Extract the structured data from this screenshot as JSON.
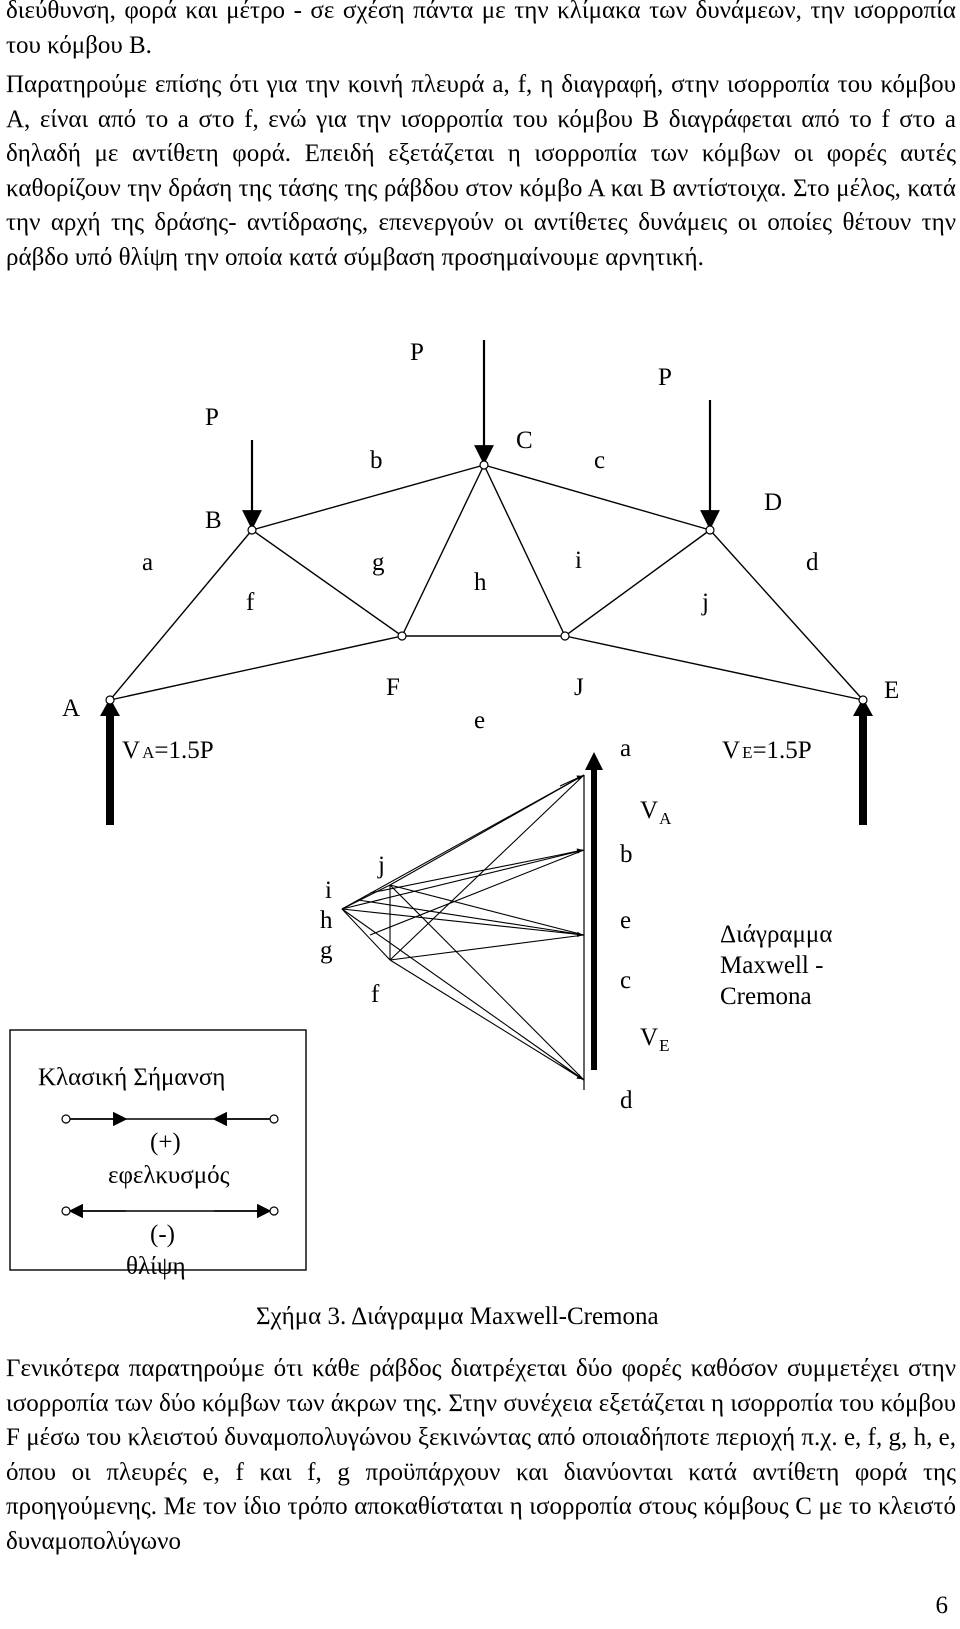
{
  "text": {
    "p1": "διεύθυνση, φορά και μέτρο - σε σχέση πάντα με την κλίμακα των δυνάμεων, την ισορροπία του κόμβου Β.",
    "p2": "Παρατηρούμε επίσης ότι για την κοινή πλευρά a, f, η διαγραφή, στην ισορροπία του κόμβου Α, είναι από το a στο f, ενώ για την ισορροπία του κόμβου Β διαγράφεται από το f στο a δηλαδή με αντίθετη φορά. Επειδή εξετάζεται η ισορροπία των κόμβων οι φορές αυτές καθορίζουν την δράση της τάσης της ράβδου στον κόμβο Α και Β αντίστοιχα. Στο μέλος, κατά την αρχή της δράσης- αντίδρασης, επενεργούν οι αντίθετες δυνάμεις οι οποίες θέτουν την ράβδο υπό θλίψη την οποία κατά σύμβαση προσημαίνουμε αρνητική.",
    "p3": "Γενικότερα παρατηρούμε ότι κάθε ράβδος διατρέχεται δύο φορές καθόσον συμμετέχει στην ισορροπία των δύο κόμβων των άκρων της. Στην συνέχεια εξετάζεται η ισορροπία του κόμβου F μέσω του κλειστού δυναμοπολυγώνου ξεκινώντας από οποιαδήποτε περιοχή π.χ. e, f, g, h, e, όπου οι πλευρές e, f και f, g προϋπάρχουν και διανύονται κατά αντίθετη φορά της προηγούμενης. Με τον ίδιο τρόπο αποκαθίσταται η ισορροπία στους κόμβους C με το κλειστό δυναμοπολύγωνο",
    "page_number": "6"
  },
  "truss": {
    "load_label": "P",
    "node_labels": {
      "A": "A",
      "B": "B",
      "C": "C",
      "D": "D",
      "E": "E",
      "F": "F",
      "J": "J"
    },
    "region_labels": {
      "a": "a",
      "b": "b",
      "c": "c",
      "d": "d",
      "e": "e",
      "f": "f",
      "g": "g",
      "h": "h",
      "i": "i",
      "j": "j"
    },
    "reaction_A": {
      "v": "V",
      "sub": "A",
      "rest": "=1.5P"
    },
    "reaction_E": {
      "v": "V",
      "sub": "E",
      "rest": "=1.5P"
    }
  },
  "cremona": {
    "labels": {
      "a": "a",
      "b": "b",
      "e": "e",
      "c": "c",
      "d": "d",
      "i": "i",
      "h": "h",
      "g": "g",
      "j": "j",
      "f": "f"
    },
    "va": {
      "v": "V",
      "sub": "A"
    },
    "ve": {
      "v": "V",
      "sub": "E"
    },
    "title_line1": "Διάγραμμα",
    "title_line2": "Maxwell -",
    "title_line3": "Cremona"
  },
  "legend": {
    "title": "Κλασική Σήμανση",
    "plus": "(+)",
    "plus_word": "εφελκυσμός",
    "minus": "(-)",
    "minus_word": "θλίψη"
  },
  "caption": "Σχήμα 3. Διάγραμμα Maxwell-Cremona"
}
